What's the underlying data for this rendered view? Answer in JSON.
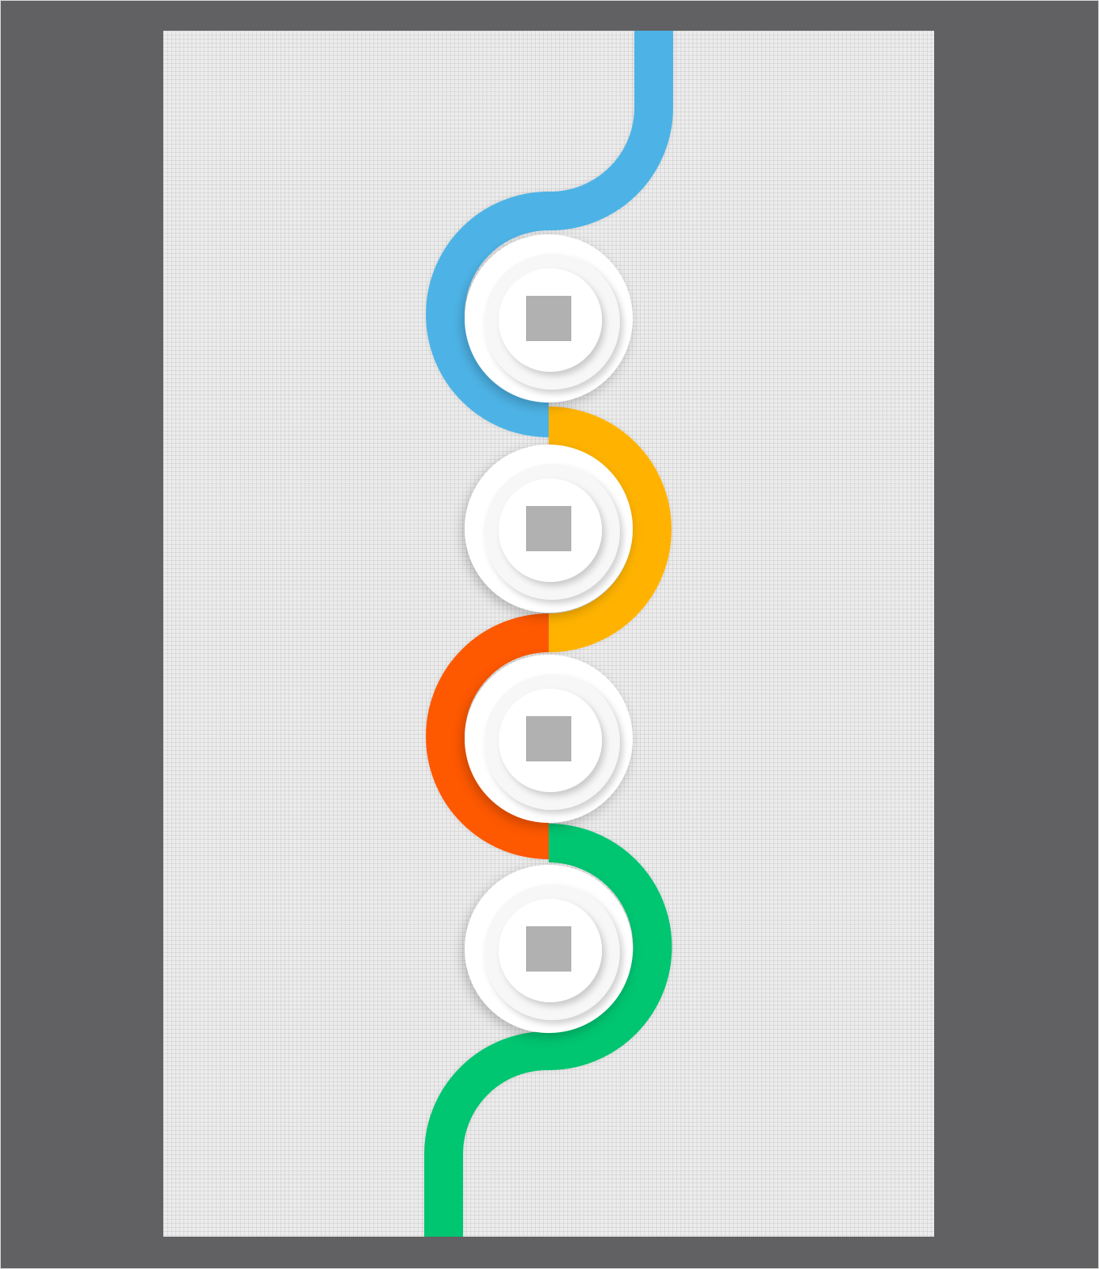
{
  "background_color": "#616163",
  "artboard_color": "#ececec",
  "timeline": {
    "segments": [
      {
        "name": "blue",
        "color": "#4db3e6"
      },
      {
        "name": "yellow",
        "color": "#ffb300"
      },
      {
        "name": "orange",
        "color": "#fe5800"
      },
      {
        "name": "green",
        "color": "#00c571"
      }
    ],
    "nodes": [
      {
        "icon": "square-placeholder-icon",
        "icon_color": "#b1b1b1"
      },
      {
        "icon": "square-placeholder-icon",
        "icon_color": "#b1b1b1"
      },
      {
        "icon": "square-placeholder-icon",
        "icon_color": "#b1b1b1"
      },
      {
        "icon": "square-placeholder-icon",
        "icon_color": "#b1b1b1"
      }
    ]
  }
}
